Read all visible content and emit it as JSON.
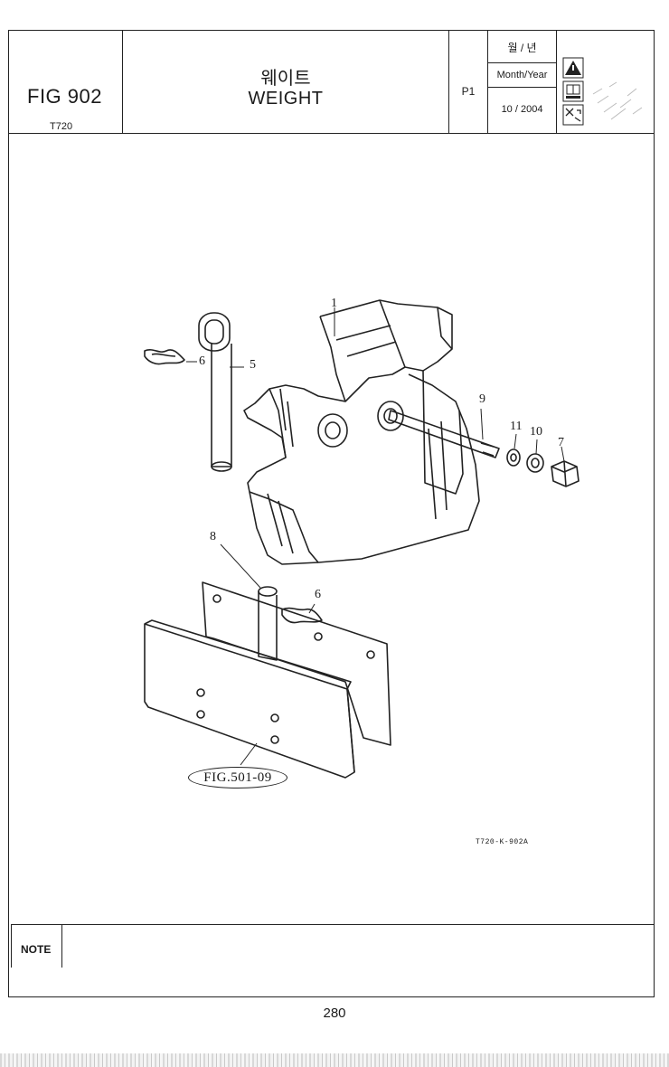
{
  "header": {
    "fig_number": "FIG 902",
    "model": "T720",
    "title_korean": "웨이트",
    "title_english": "WEIGHT",
    "page_code": "P1",
    "date_header_korean": "월 / 년",
    "date_header_english": "Month/Year",
    "date_value": "10 / 2004"
  },
  "icons": [
    "warning-triangle-icon",
    "read-manual-icon",
    "service-icon"
  ],
  "callouts": {
    "c1": "1",
    "c5": "5",
    "c6a": "6",
    "c6b": "6",
    "c7": "7",
    "c8": "8",
    "c9": "9",
    "c10": "10",
    "c11": "11"
  },
  "figure_reference": "FIG.501-09",
  "drawing_code": "T720-K-902A",
  "note_label": "NOTE",
  "page_number": "280"
}
